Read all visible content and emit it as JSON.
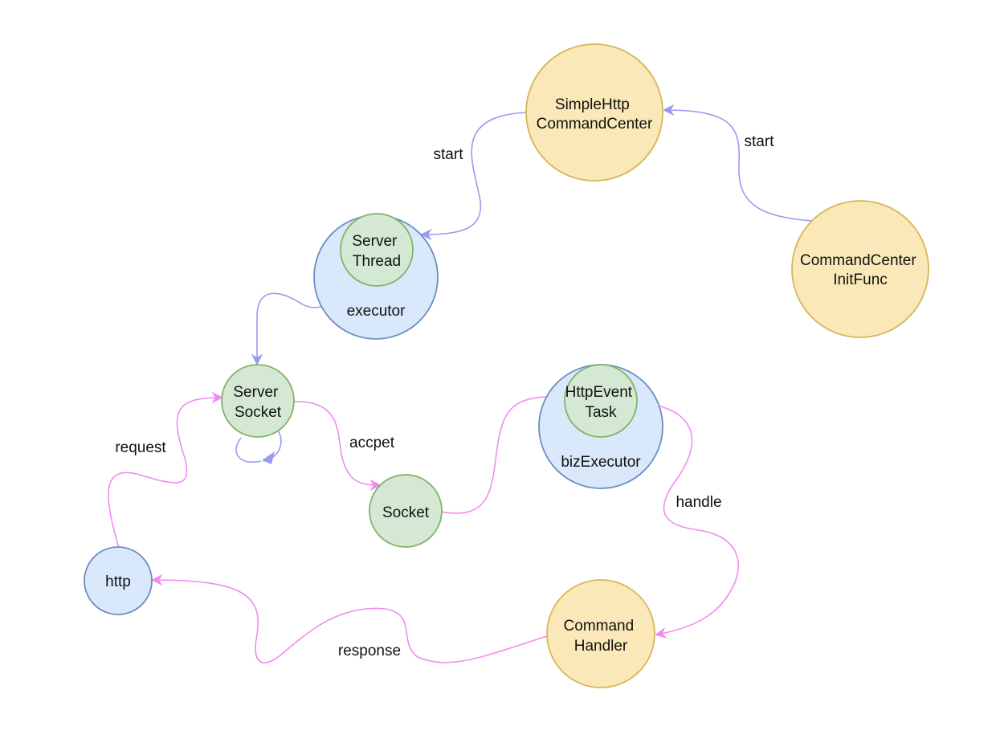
{
  "colors": {
    "yellow_fill": "#fbe8b8",
    "yellow_stroke": "#d6b656",
    "green_fill": "#d5e8d4",
    "green_stroke": "#82b366",
    "blue_fill": "#dae8fc",
    "blue_stroke": "#6c8ebf",
    "edge_blue": "#9a9af0",
    "edge_pink": "#f08cf0"
  },
  "nodes": {
    "simple_http_command_center": [
      "SimpleHttp",
      "CommandCenter"
    ],
    "command_center_init_func": [
      "CommandCenter",
      "InitFunc"
    ],
    "executor": "executor",
    "server_thread": [
      "Server",
      "Thread"
    ],
    "server_socket": [
      "Server",
      "Socket"
    ],
    "socket": "Socket",
    "biz_executor": "bizExecutor",
    "http_event_task": [
      "HttpEvent",
      "Task"
    ],
    "command_handler": [
      "Command",
      "Handler"
    ],
    "http": "http"
  },
  "edges": {
    "start_to_thread": "start",
    "start_from_init": "start",
    "accept": "accpet",
    "request": "request",
    "handle": "handle",
    "response": "response"
  }
}
